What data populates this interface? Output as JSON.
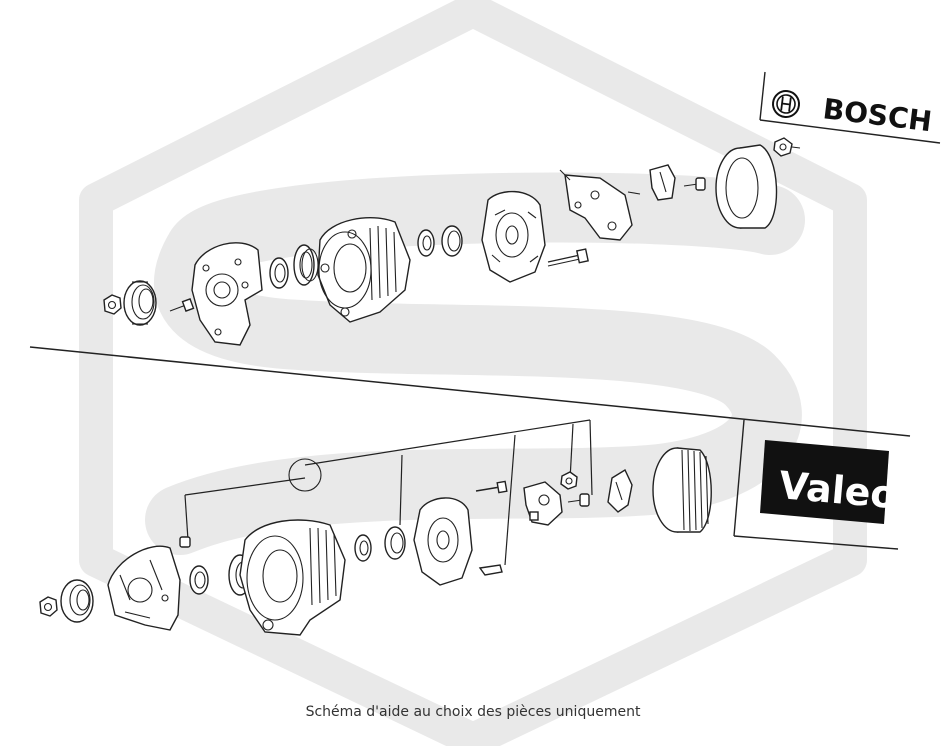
{
  "brands": {
    "top": {
      "name": "BOSCH"
    },
    "bottom": {
      "name": "Valeo"
    }
  },
  "caption": "Schéma d'aide au choix des pièces uniquement",
  "colors": {
    "watermark": "#e9e9e9",
    "line": "#222222",
    "valeo_box": "#111111"
  },
  "watermark_icon": "hexagon-s-logo-icon"
}
